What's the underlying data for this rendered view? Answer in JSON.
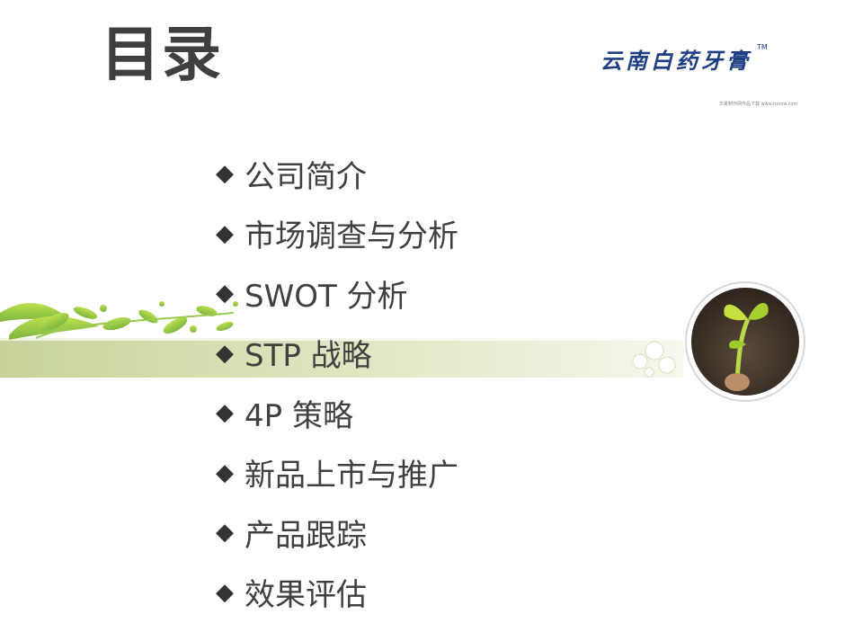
{
  "title": "目录",
  "logo": {
    "text": "云南白药牙膏",
    "tm": "TM",
    "icon": "logo"
  },
  "watermark": "华夏制作网作品下载 www.hxzzw.com",
  "bullet_glyph": "◆",
  "items": [
    {
      "label": "公司简介"
    },
    {
      "label": "市场调查与分析"
    },
    {
      "label": "SWOT 分析"
    },
    {
      "label": "STP 战略"
    },
    {
      "label": "4P 策略"
    },
    {
      "label": "新品上市与推广"
    },
    {
      "label": "产品跟踪"
    },
    {
      "label": "效果评估"
    }
  ],
  "colors": {
    "title": "#3f3f3f",
    "logo": "#1f3f84",
    "leaf": "#8cc63f",
    "band": "#c9d59a"
  }
}
